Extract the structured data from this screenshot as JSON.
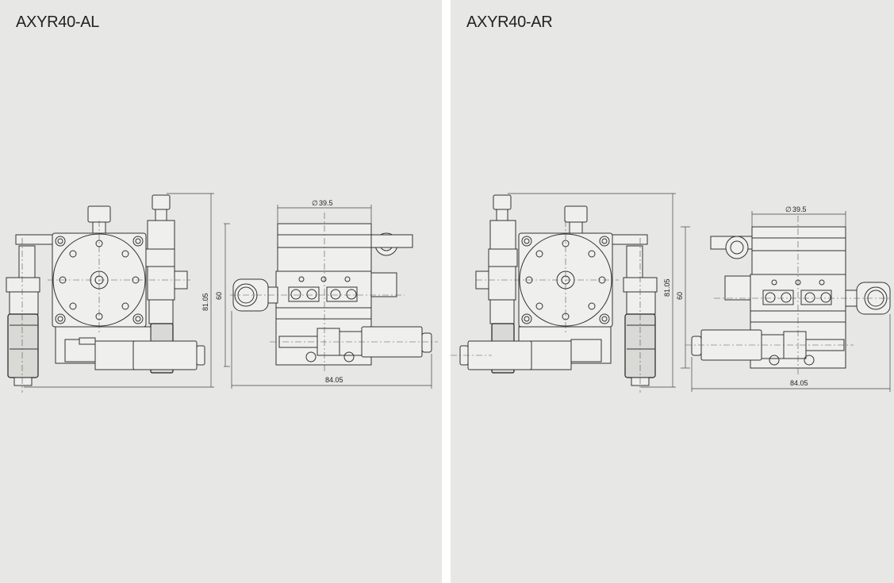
{
  "panels": {
    "left": {
      "title": "AXYR40-AL",
      "dimensions": {
        "diameter": "39.5",
        "height_total": "81.05",
        "height": "60",
        "width": "84.05"
      }
    },
    "right": {
      "title": "AXYR40-AR",
      "dimensions": {
        "diameter": "39.5",
        "height_total": "81.05",
        "height": "60",
        "width": "84.05"
      }
    }
  }
}
